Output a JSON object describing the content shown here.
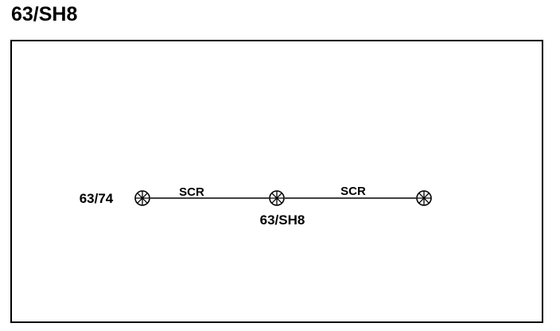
{
  "page": {
    "title": "63/SH8"
  },
  "diagram": {
    "nodes": [
      {
        "id": "node-left",
        "label": "63/74",
        "icon": "splice-icon"
      },
      {
        "id": "node-center",
        "label": "63/SH8",
        "icon": "splice-icon"
      },
      {
        "id": "node-right",
        "label": "",
        "icon": "splice-icon"
      }
    ],
    "wires": [
      {
        "id": "wire-left",
        "label": "SCR"
      },
      {
        "id": "wire-right",
        "label": "SCR"
      }
    ],
    "colors": {
      "line": "#000000",
      "background": "#ffffff"
    }
  }
}
